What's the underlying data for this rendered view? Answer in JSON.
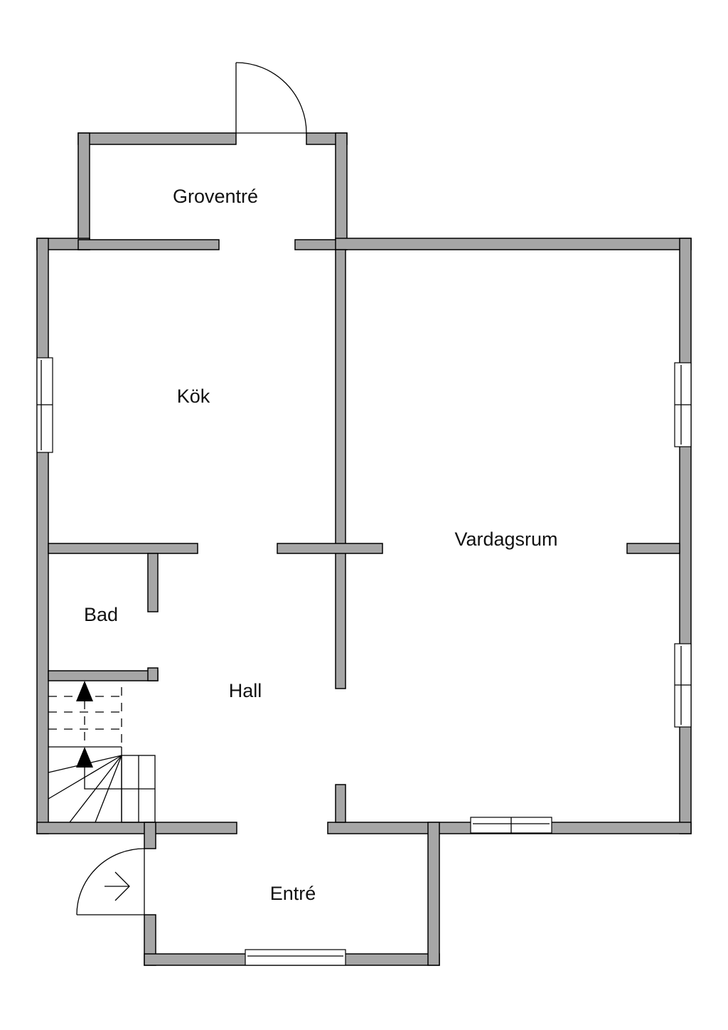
{
  "rooms": {
    "groventre": "Groventré",
    "kok": "Kök",
    "vardagsrum": "Vardagsrum",
    "bad": "Bad",
    "hall": "Hall",
    "entre": "Entré"
  },
  "colors": {
    "wall": "#a6a6a6",
    "line": "#000000",
    "background": "#ffffff"
  }
}
